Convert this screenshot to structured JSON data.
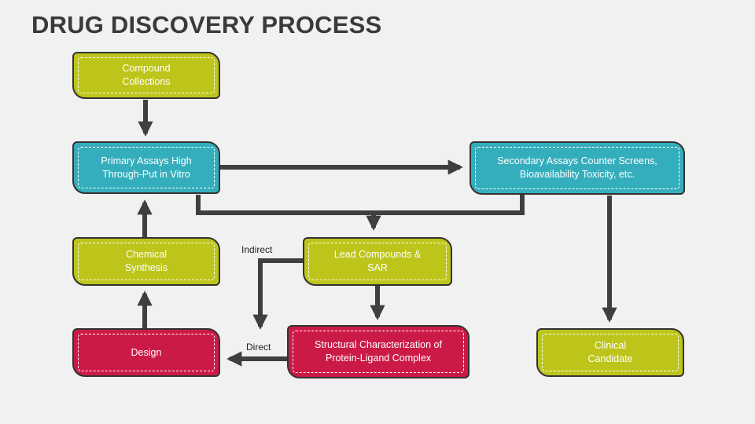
{
  "title": "DRUG DISCOVERY PROCESS",
  "colors": {
    "green": "#bdc51a",
    "teal": "#34aebc",
    "red": "#cc1a47",
    "arrow": "#3f3f3f"
  },
  "nodes": {
    "compound_collections": {
      "line1": "Compound",
      "line2": "Collections"
    },
    "primary_assays": {
      "line1": "Primary Assays High",
      "line2": "Through-Put in Vitro"
    },
    "secondary_assays": {
      "line1": "Secondary Assays Counter Screens,",
      "line2": "Bioavailability Toxicity, etc."
    },
    "chemical_synthesis": {
      "line1": "Chemical",
      "line2": "Synthesis"
    },
    "lead_compounds": {
      "line1": "Lead Compounds &",
      "line2": "SAR"
    },
    "design": {
      "line1": "Design",
      "line2": ""
    },
    "structural_characterization": {
      "line1": "Structural Characterization of",
      "line2": "Protein-Ligand Complex"
    },
    "clinical_candidate": {
      "line1": "Clinical",
      "line2": "Candidate"
    }
  },
  "edge_labels": {
    "indirect": "Indirect",
    "direct": "Direct"
  }
}
